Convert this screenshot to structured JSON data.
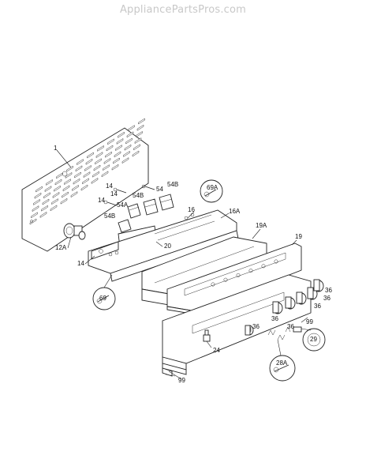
{
  "watermark": "AppliancePartsPros.com",
  "callouts": {
    "c1": "1",
    "c12a": "12A",
    "c14a": "14",
    "c14b": "14",
    "c14c": "14",
    "c14d": "14",
    "c54b1": "54B",
    "c54b2": "54B",
    "c54b3": "54B",
    "c54": "54",
    "c54a": "54A",
    "c16": "16",
    "c16a": "16A",
    "c19a": "19A",
    "c19": "19",
    "c20": "20",
    "c24": "24",
    "c36a": "36",
    "c36b": "36",
    "c36c": "36",
    "c36d": "36",
    "c36e": "36",
    "c36f": "36",
    "c99a": "99",
    "c99b": "99",
    "c69": "69",
    "c69a": "69A",
    "c28a": "28A",
    "c29": "29"
  }
}
